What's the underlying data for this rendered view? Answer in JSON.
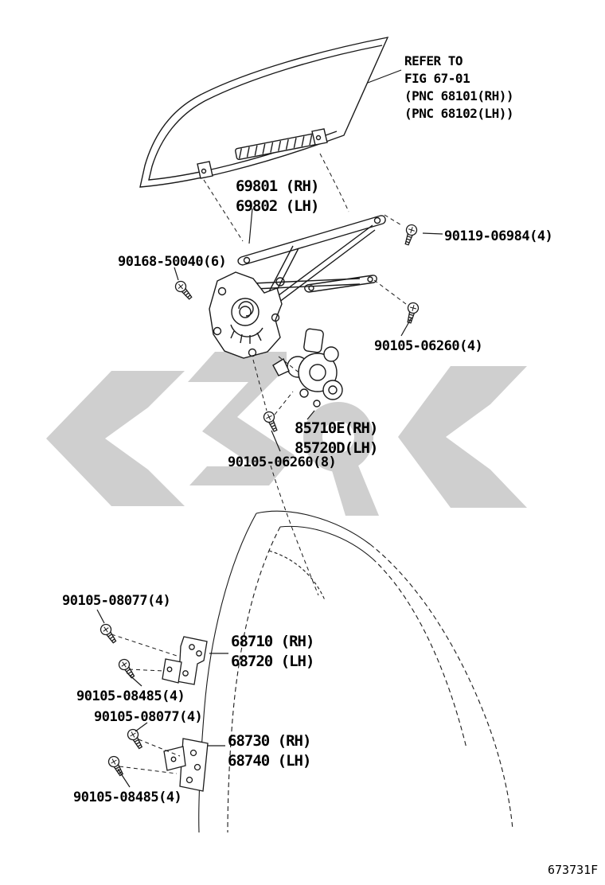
{
  "figure": {
    "code": "673731F"
  },
  "note": {
    "line1": "REFER TO",
    "line2": "FIG 67-01",
    "line3": "(PNC 68101(RH))",
    "line4": "(PNC 68102(LH))"
  },
  "labels": {
    "window_regulator_rh": "69801 (RH)",
    "window_regulator_lh": "69802 (LH)",
    "screw_90119": "90119-06984(4)",
    "screw_90168": "90168-50040(6)",
    "bolt_90105_06260_4": "90105-06260(4)",
    "motor_rh": "85710E(RH)",
    "motor_lh": "85720D(LH)",
    "bolt_90105_06260_8": "90105-06260(8)",
    "bolt_90105_08077_upper": "90105-08077(4)",
    "hinge_upper_rh": "68710 (RH)",
    "hinge_upper_lh": "68720 (LH)",
    "bolt_90105_08485_upper": "90105-08485(4)",
    "bolt_90105_08077_lower": "90105-08077(4)",
    "hinge_lower_rh": "68730 (RH)",
    "hinge_lower_lh": "68740 (LH)",
    "bolt_90105_08485_lower": "90105-08485(4)"
  },
  "colors": {
    "line": "#1a1a1a",
    "watermark": "#cfcfcf",
    "background": "#ffffff"
  }
}
